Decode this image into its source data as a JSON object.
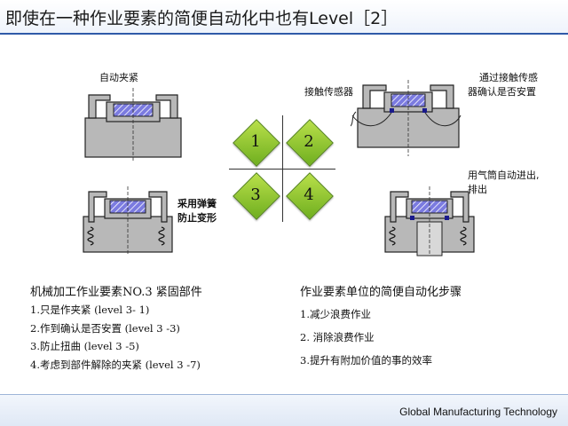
{
  "title": "即使在一种作业要素的简便自动化中也有Level［2］",
  "labels": {
    "auto_clamp": "自动夹紧",
    "contact_sensor": "接触传感器",
    "confirm_note_line1": "通过接触传感",
    "confirm_note_line2": "器确认是否安置",
    "spring_note_line1": "采用弹簧",
    "spring_note_line2": "防止变形",
    "cylinder_note_line1": "用气筒自动进出,",
    "cylinder_note_line2": "排出"
  },
  "steps": [
    "1",
    "2",
    "3",
    "4"
  ],
  "left_section": {
    "heading": "机械加工作业要素NO.3 紧固部件",
    "items": [
      "1.只是作夹紧 (level 3- 1)",
      "2.作到确认是否安置 (level 3 -3)",
      "3.防止扭曲 (level 3 -5)",
      "4.考虑到部件解除的夹紧 (level 3 -7)"
    ]
  },
  "right_section": {
    "heading": "作业要素单位的简便自动化步骤",
    "items": [
      "1.减少浪费作业",
      "2. 消除浪费作业",
      "3.提升有附加价值的事的效率"
    ]
  },
  "footer": "Global Manufacturing Technology",
  "colors": {
    "title_line": "#2f5aa8",
    "diamond_fill": "#8cc63f",
    "clamp_fill": "#b7b7b7",
    "workpiece_fill": "#6a6ad8",
    "sensor": "#1a1a8c"
  }
}
